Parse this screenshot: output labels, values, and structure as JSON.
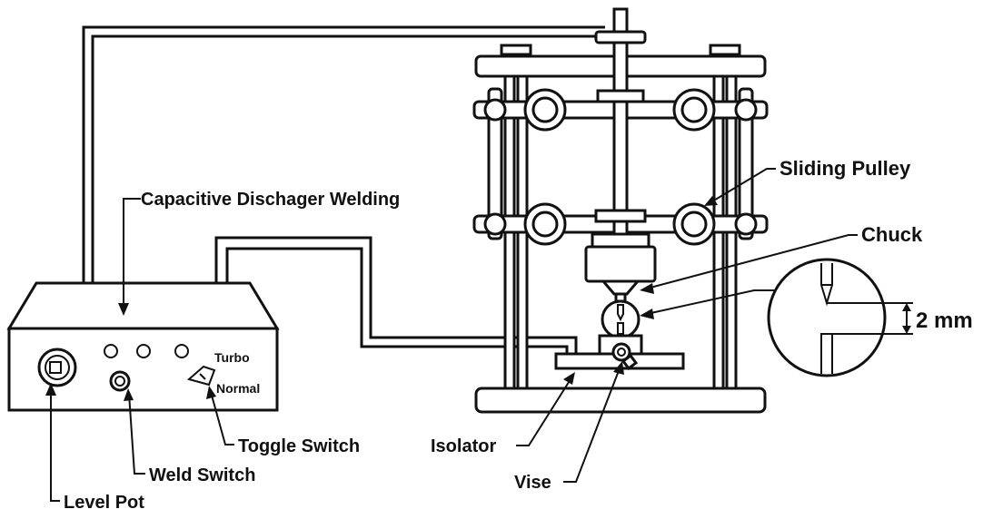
{
  "labels": {
    "capacitive": "Capacitive Dischager Welding",
    "sliding_pulley": "Sliding Pulley",
    "chuck": "Chuck",
    "gap": "2 mm",
    "turbo": "Turbo",
    "normal": "Normal",
    "toggle_switch": "Toggle Switch",
    "weld_switch": "Weld Switch",
    "level_pot": "Level Pot",
    "isolator": "Isolator",
    "vise": "Vise"
  }
}
